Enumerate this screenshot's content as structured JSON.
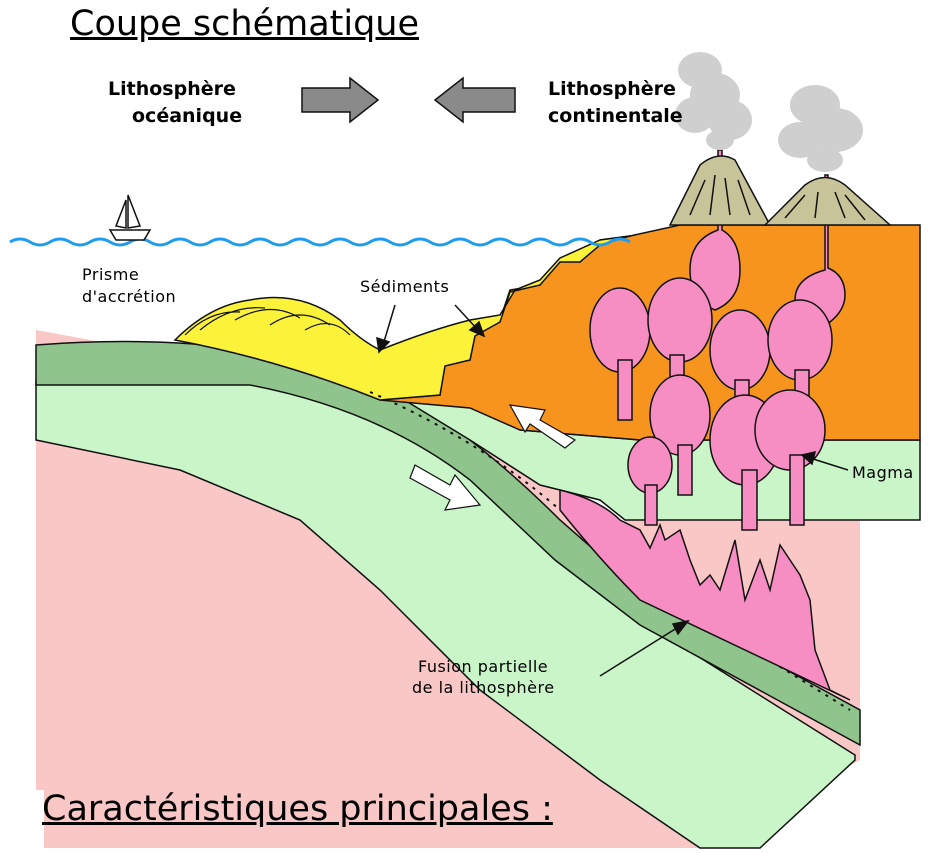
{
  "titles": {
    "top": "Coupe schématique",
    "bottom": "Caractéristiques principales :"
  },
  "labels": {
    "litho_oceanique_line1": "Lithosphère",
    "litho_oceanique_line2": "océanique",
    "litho_continentale_line1": "Lithosphère",
    "litho_continentale_line2": "continentale",
    "prisme_line1": "Prisme",
    "prisme_line2": "d'accrétion",
    "sediments": "Sédiments",
    "magma": "Magma",
    "fusion_line1": "Fusion partielle",
    "fusion_line2": "de la lithosphère"
  },
  "colors": {
    "mantle": "#f9c8c6",
    "lithosphere_light": "#c9f5c8",
    "lithosphere_dark": "#8fc48c",
    "continent": "#f7941d",
    "sediments": "#fbf23a",
    "magma": "#f68ec4",
    "sea": "#1e9cf0",
    "volcano": "#c8c49a",
    "smoke": "#cfcfcf",
    "arrow": "#8a8a8a"
  }
}
